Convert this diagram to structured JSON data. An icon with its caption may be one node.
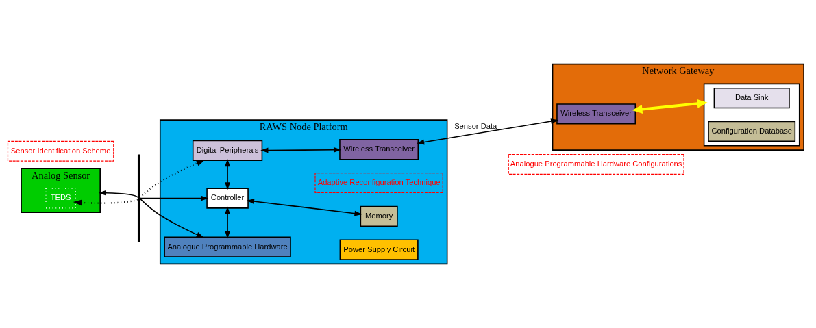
{
  "diagram": {
    "nodes": [
      {
        "text": [
          "RAWS Node Platform"
        ]
      },
      {
        "text": [
          "Digital Peripherals"
        ],
        "in": 0
      },
      {
        "text": [
          "Wireless Transceiver"
        ],
        "in": 0
      },
      {
        "text": [
          "Controller"
        ],
        "in": 0
      },
      {
        "text": [
          "Memory"
        ],
        "in": 0
      },
      {
        "text": [
          "Analogue Programmable Hardware"
        ],
        "in": 0
      },
      {
        "text": [
          "Power Supply Circuit"
        ],
        "in": 0
      },
      {
        "text": [
          "Adaptive Reconfiguration Technique"
        ],
        "in": 0
      },
      {
        "text": [
          "Network Gateway"
        ]
      },
      {
        "text": [
          "Wireless Transceiver"
        ],
        "in": 8
      },
      {
        "text": [],
        "shape": "box",
        "in": 8
      },
      {
        "text": [
          "Data Sink"
        ],
        "in": 10
      },
      {
        "text": [
          "Configuration Database"
        ],
        "in": 10
      },
      {
        "text": [
          "Analog Sensor"
        ]
      },
      {
        "text": [
          "TEDS"
        ],
        "in": 13
      },
      {
        "text": [
          "Sensor Identification Scheme"
        ]
      },
      {
        "text": [
          "Analogue Programmable Hardware Configurations"
        ]
      },
      {
        "text": [],
        "shape": "bar"
      }
    ],
    "edges": [
      {
        "from": 17,
        "to": 1,
        "arrow": "to",
        "style": "dashed"
      },
      {
        "from": 17,
        "to": 3,
        "arrow": "to"
      },
      {
        "from": 17,
        "to": 5,
        "arrow": "to"
      },
      {
        "from": 17,
        "to": 14,
        "arrow": "to",
        "style": "dashed"
      },
      {
        "from": 17,
        "to": 13,
        "arrow": "to"
      },
      {
        "from": 1,
        "to": 2,
        "arrow": "both"
      },
      {
        "from": 1,
        "to": 3,
        "arrow": "both"
      },
      {
        "from": 3,
        "to": 4,
        "arrow": "both"
      },
      {
        "from": 3,
        "to": 5,
        "arrow": "both"
      },
      {
        "from": 2,
        "to": 9,
        "arrow": "both",
        "label": "Sensor Data"
      },
      {
        "from": 9,
        "to": 10,
        "arrow": "both",
        "style": "thick",
        "color": "#ffff00"
      }
    ]
  }
}
